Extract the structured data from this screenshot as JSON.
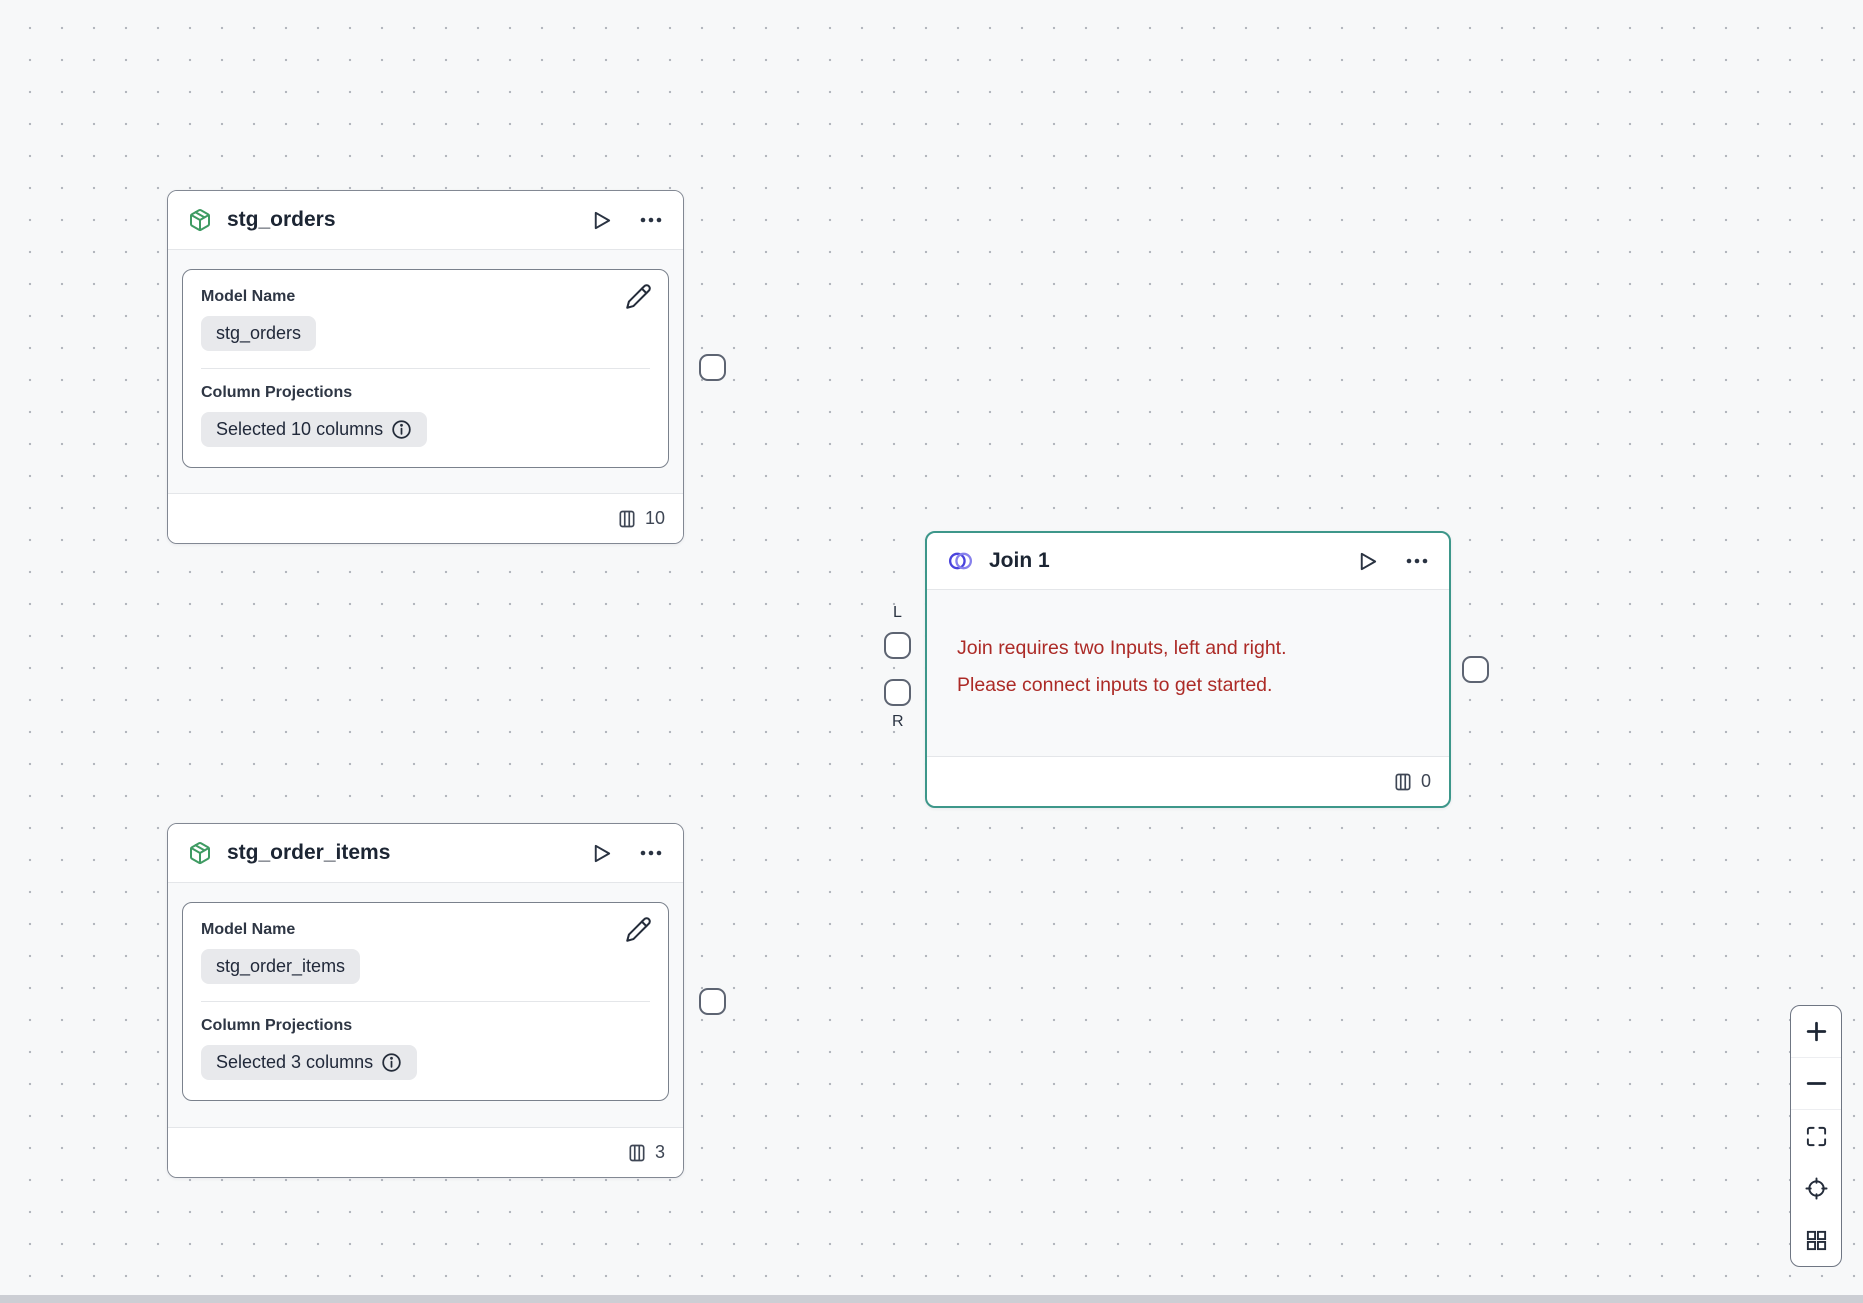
{
  "canvas": {
    "background_color": "#f7f8f9",
    "dot_color": "#b3b7be",
    "accent_selected_color": "#3d978a",
    "error_color": "#ac2a26",
    "model_icon_color": "#3f9b63",
    "join_icon_color": "#4a43dd"
  },
  "nodes": {
    "stg_orders": {
      "title": "stg_orders",
      "model_name_label": "Model Name",
      "model_name_value": "stg_orders",
      "column_projections_label": "Column Projections",
      "column_projections_value": "Selected 10 columns",
      "column_count": "10"
    },
    "stg_order_items": {
      "title": "stg_order_items",
      "model_name_label": "Model Name",
      "model_name_value": "stg_order_items",
      "column_projections_label": "Column Projections",
      "column_projections_value": "Selected 3 columns",
      "column_count": "3"
    },
    "join": {
      "title": "Join 1",
      "error_line1": "Join requires two Inputs, left and right.",
      "error_line2": "Please connect inputs to get started.",
      "left_port_label": "L",
      "right_port_label": "R",
      "column_count": "0"
    }
  },
  "icons": {
    "model_node_type": "cube-icon",
    "join_node_type": "venn-circles-icon",
    "run": "play-icon",
    "more_menu": "ellipsis-icon",
    "edit": "pencil-icon",
    "info": "info-icon",
    "columns_count": "columns-icon",
    "zoom_in": "plus-icon",
    "zoom_out": "minus-icon",
    "fit_view": "fit-view-icon",
    "locate": "locate-icon",
    "layout_grid": "grid-icon"
  }
}
